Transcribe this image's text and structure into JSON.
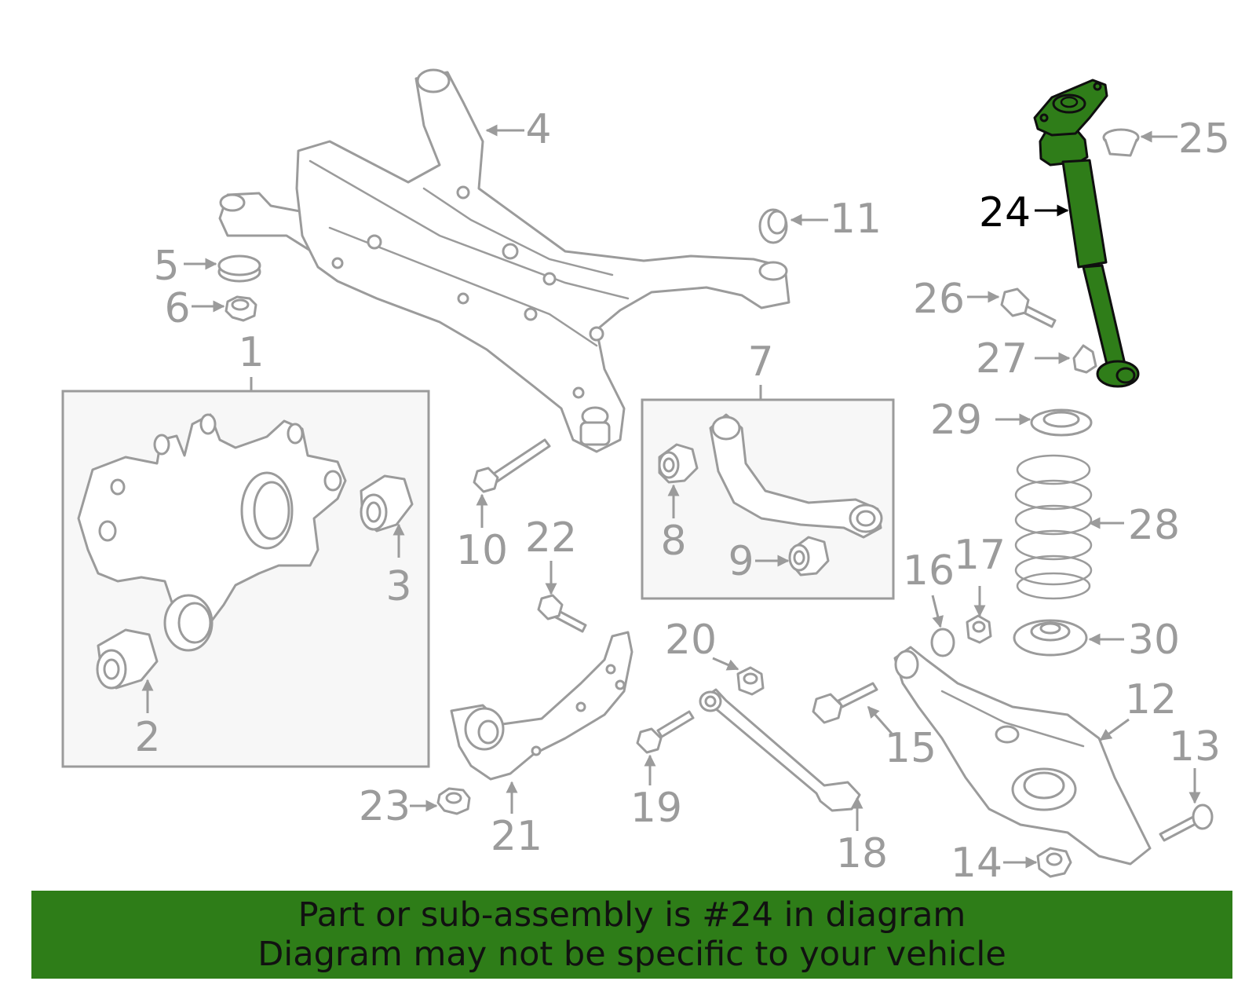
{
  "callouts": {
    "c1": "1",
    "c2": "2",
    "c3": "3",
    "c4": "4",
    "c5": "5",
    "c6": "6",
    "c7": "7",
    "c8": "8",
    "c9": "9",
    "c10": "10",
    "c11": "11",
    "c12": "12",
    "c13": "13",
    "c14": "14",
    "c15": "15",
    "c16": "16",
    "c17": "17",
    "c18": "18",
    "c19": "19",
    "c20": "20",
    "c21": "21",
    "c22": "22",
    "c23": "23",
    "c24": "24",
    "c25": "25",
    "c26": "26",
    "c27": "27",
    "c28": "28",
    "c29": "29",
    "c30": "30"
  },
  "highlight": {
    "part_number": "24",
    "color": "#2e7d18"
  },
  "colors": {
    "line_art": "#9b9b9b",
    "banner": "#2e7d18"
  },
  "banner": {
    "line1": "Part or sub-assembly is #24 in diagram",
    "line2": "Diagram may not be specific to your vehicle"
  }
}
